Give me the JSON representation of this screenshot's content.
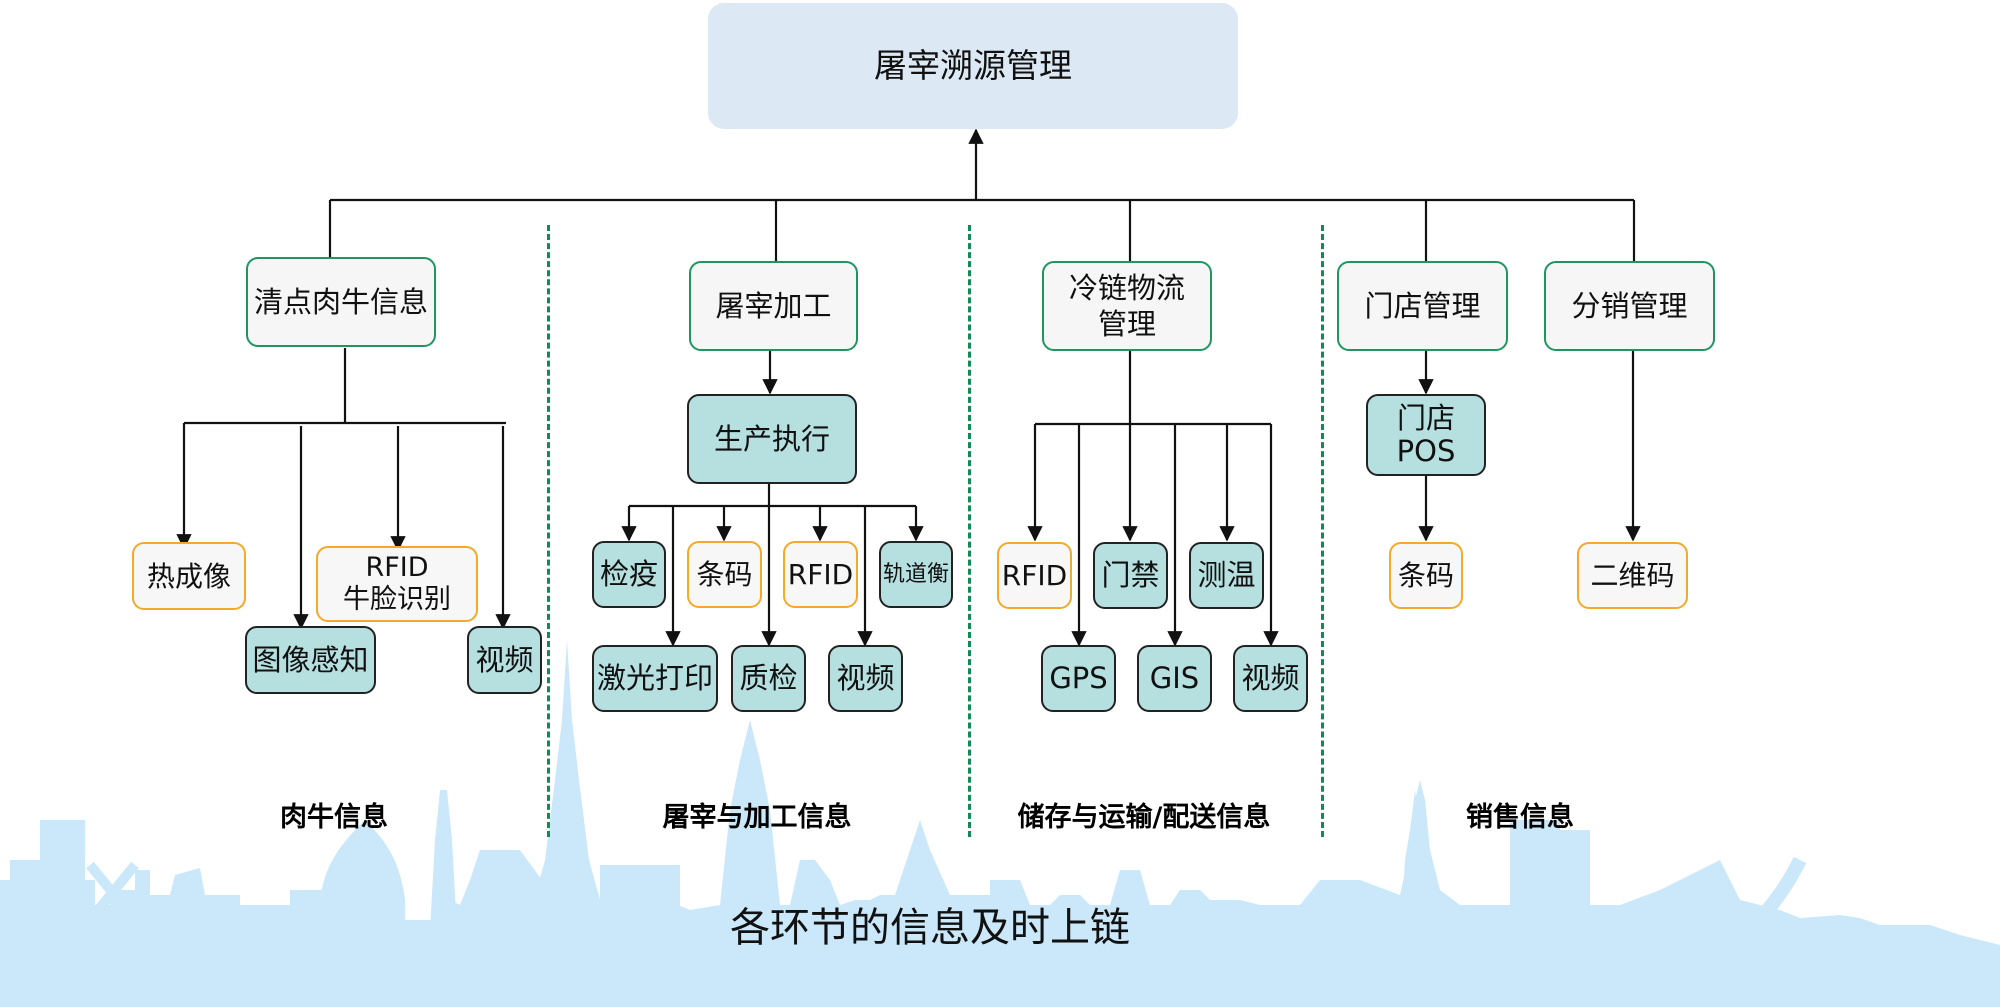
{
  "root": {
    "label": "屠宰溯源管理"
  },
  "categories": [
    {
      "label": "清点肉牛信息"
    },
    {
      "label": "屠宰加工"
    },
    {
      "label": "冷链物流\n管理"
    },
    {
      "label": "门店管理"
    },
    {
      "label": "分销管理"
    }
  ],
  "beef_info": {
    "items": [
      "热成像",
      "RFID\n牛脸识别",
      "图像感知",
      "视频"
    ]
  },
  "processing": {
    "hub": "生产执行",
    "items": [
      "检疫",
      "条码",
      "RFID",
      "轨道衡",
      "激光打印",
      "质检",
      "视频"
    ]
  },
  "logistics": {
    "items": [
      "RFID",
      "门禁",
      "测温",
      "GPS",
      "GIS",
      "视频"
    ]
  },
  "store": {
    "hub": "门店\nPOS",
    "items": [
      "条码"
    ]
  },
  "distribution": {
    "items": [
      "二维码"
    ]
  },
  "section_labels": [
    "肉牛信息",
    "屠宰与加工信息",
    "储存与运输/配送信息",
    "销售信息"
  ],
  "footer": "各环节的信息及时上链",
  "colors": {
    "root_fill": "#dce9f4",
    "category_border": "#1f9660",
    "teal_fill": "#b6dfe0",
    "orange_border": "#f4a928",
    "divider": "#128a55",
    "skyline": "#cbe8fa"
  }
}
